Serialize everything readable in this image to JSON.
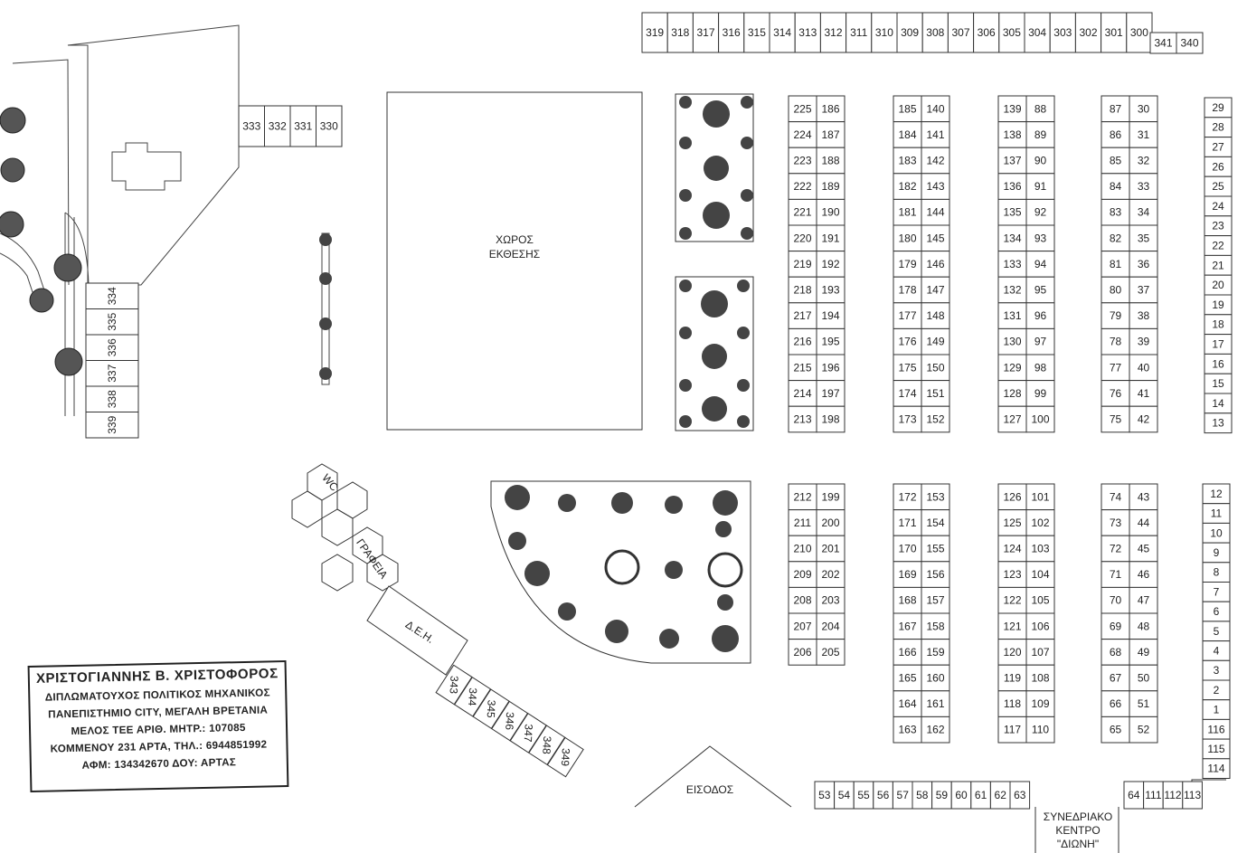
{
  "labels": {
    "exhibition": [
      "ΧΩΡΟΣ",
      "ΕΚΘΕΣΗΣ"
    ],
    "wc": "WC",
    "offices": "ΓΡΑΦΕΙΑ",
    "power": "Δ.Ε.Η.",
    "entrance": "ΕΙΣΟΔΟΣ",
    "conference": [
      "ΣΥΝΕΔΡΙΑΚΟ",
      "ΚΕΝΤΡΟ",
      "\"ΔΙΩΝΗ\""
    ]
  },
  "stamp": [
    "ΧΡΙΣΤΟΓΙΑΝΝΗΣ Β. ΧΡΙΣΤΟΦΟΡΟΣ",
    "ΔΙΠΛΩΜΑΤΟΥΧΟΣ ΠΟΛΙΤΙΚΟΣ ΜΗΧΑΝΙΚΟΣ",
    "ΠΑΝΕΠΙΣΤΗΜΙΟ CITY, ΜΕΓΑΛΗ ΒΡΕΤΑΝΙΑ",
    "ΜΕΛΟΣ ΤΕΕ ΑΡΙΘ. ΜΗΤΡ.: 107085",
    "ΚΟΜΜΕΝΟΥ 231 ΑΡΤΑ, ΤΗΛ.: 6944851992",
    "ΑΦΜ: 134342670   ΔΟΥ: ΑΡΤΑΣ"
  ],
  "stall_rows": {
    "top": [
      "319",
      "318",
      "317",
      "316",
      "315",
      "314",
      "313",
      "312",
      "311",
      "310",
      "309",
      "308",
      "307",
      "306",
      "305",
      "304",
      "303",
      "302",
      "301",
      "300"
    ],
    "top_extra": [
      "341",
      "340"
    ],
    "left_top": [
      "333",
      "332",
      "331",
      "330"
    ],
    "left_column": [
      "334",
      "335",
      "336",
      "337",
      "338",
      "339"
    ],
    "bottom_diagonal": [
      "343",
      "344",
      "345",
      "346",
      "347",
      "348",
      "349"
    ],
    "bottom_a": [
      "53",
      "54",
      "55",
      "56",
      "57",
      "58",
      "59",
      "60",
      "61",
      "62",
      "63"
    ],
    "bottom_b": [
      "64",
      "111",
      "112",
      "113"
    ],
    "right_top": [
      "29",
      "28",
      "27",
      "26",
      "25",
      "24",
      "23",
      "22",
      "21",
      "20",
      "19",
      "18",
      "17",
      "16",
      "15",
      "14",
      "13"
    ],
    "right_bottom": [
      "12",
      "11",
      "10",
      "9",
      "8",
      "7",
      "6",
      "5",
      "4",
      "3",
      "2",
      "1",
      "116",
      "115",
      "114"
    ]
  },
  "stall_blocks": {
    "b1_top": [
      [
        "225",
        "186"
      ],
      [
        "224",
        "187"
      ],
      [
        "223",
        "188"
      ],
      [
        "222",
        "189"
      ],
      [
        "221",
        "190"
      ],
      [
        "220",
        "191"
      ],
      [
        "219",
        "192"
      ],
      [
        "218",
        "193"
      ],
      [
        "217",
        "194"
      ],
      [
        "216",
        "195"
      ],
      [
        "215",
        "196"
      ],
      [
        "214",
        "197"
      ],
      [
        "213",
        "198"
      ]
    ],
    "b1_bottom": [
      [
        "212",
        "199"
      ],
      [
        "211",
        "200"
      ],
      [
        "210",
        "201"
      ],
      [
        "209",
        "202"
      ],
      [
        "208",
        "203"
      ],
      [
        "207",
        "204"
      ],
      [
        "206",
        "205"
      ]
    ],
    "b2_top": [
      [
        "185",
        "140"
      ],
      [
        "184",
        "141"
      ],
      [
        "183",
        "142"
      ],
      [
        "182",
        "143"
      ],
      [
        "181",
        "144"
      ],
      [
        "180",
        "145"
      ],
      [
        "179",
        "146"
      ],
      [
        "178",
        "147"
      ],
      [
        "177",
        "148"
      ],
      [
        "176",
        "149"
      ],
      [
        "175",
        "150"
      ],
      [
        "174",
        "151"
      ],
      [
        "173",
        "152"
      ]
    ],
    "b2_bottom": [
      [
        "172",
        "153"
      ],
      [
        "171",
        "154"
      ],
      [
        "170",
        "155"
      ],
      [
        "169",
        "156"
      ],
      [
        "168",
        "157"
      ],
      [
        "167",
        "158"
      ],
      [
        "166",
        "159"
      ],
      [
        "165",
        "160"
      ],
      [
        "164",
        "161"
      ],
      [
        "163",
        "162"
      ]
    ],
    "b3_top": [
      [
        "139",
        "88"
      ],
      [
        "138",
        "89"
      ],
      [
        "137",
        "90"
      ],
      [
        "136",
        "91"
      ],
      [
        "135",
        "92"
      ],
      [
        "134",
        "93"
      ],
      [
        "133",
        "94"
      ],
      [
        "132",
        "95"
      ],
      [
        "131",
        "96"
      ],
      [
        "130",
        "97"
      ],
      [
        "129",
        "98"
      ],
      [
        "128",
        "99"
      ],
      [
        "127",
        "100"
      ]
    ],
    "b3_bottom": [
      [
        "126",
        "101"
      ],
      [
        "125",
        "102"
      ],
      [
        "124",
        "103"
      ],
      [
        "123",
        "104"
      ],
      [
        "122",
        "105"
      ],
      [
        "121",
        "106"
      ],
      [
        "120",
        "107"
      ],
      [
        "119",
        "108"
      ],
      [
        "118",
        "109"
      ],
      [
        "117",
        "110"
      ]
    ],
    "b4_top": [
      [
        "87",
        "30"
      ],
      [
        "86",
        "31"
      ],
      [
        "85",
        "32"
      ],
      [
        "84",
        "33"
      ],
      [
        "83",
        "34"
      ],
      [
        "82",
        "35"
      ],
      [
        "81",
        "36"
      ],
      [
        "80",
        "37"
      ],
      [
        "79",
        "38"
      ],
      [
        "78",
        "39"
      ],
      [
        "77",
        "40"
      ],
      [
        "76",
        "41"
      ],
      [
        "75",
        "42"
      ]
    ],
    "b4_bottom": [
      [
        "74",
        "43"
      ],
      [
        "73",
        "44"
      ],
      [
        "72",
        "45"
      ],
      [
        "71",
        "46"
      ],
      [
        "70",
        "47"
      ],
      [
        "69",
        "48"
      ],
      [
        "68",
        "49"
      ],
      [
        "67",
        "50"
      ],
      [
        "66",
        "51"
      ],
      [
        "65",
        "52"
      ]
    ]
  }
}
